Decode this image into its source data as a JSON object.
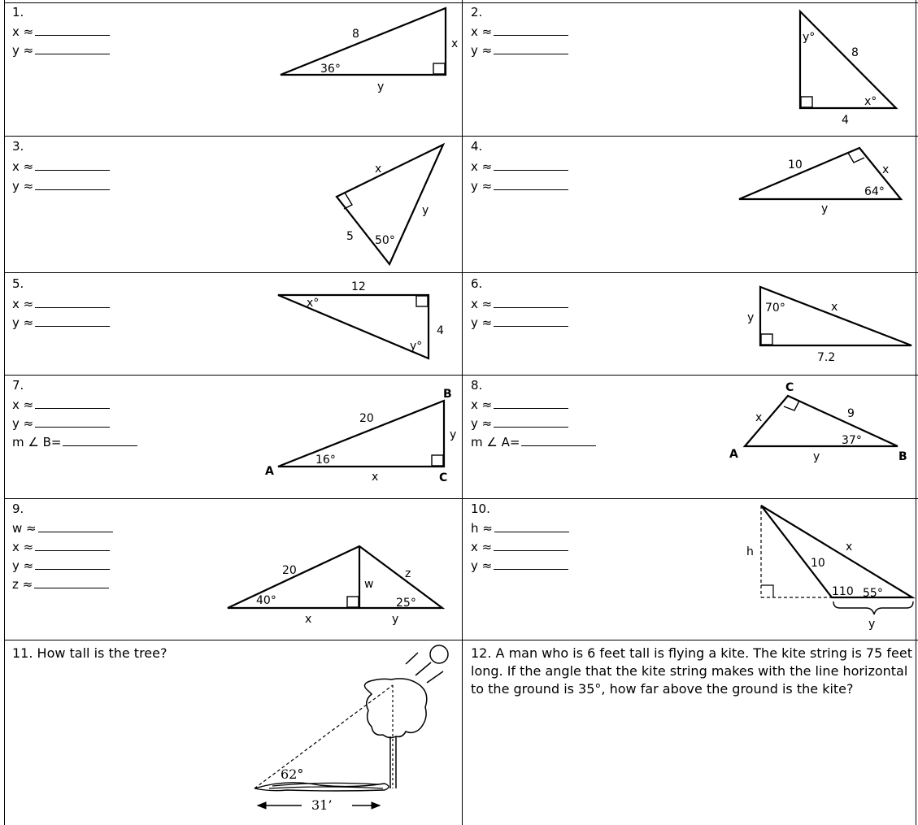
{
  "problems": [
    {
      "number": "1.",
      "answers": [
        "x ≈",
        "y ≈"
      ],
      "labels": {
        "hyp": "8",
        "side": "x",
        "base": "y",
        "angle": "36°"
      }
    },
    {
      "number": "2.",
      "answers": [
        "x ≈",
        "y ≈"
      ],
      "labels": {
        "top": "y°",
        "hyp": "8",
        "angle": "x°",
        "base": "4"
      }
    },
    {
      "number": "3.",
      "answers": [
        "x ≈",
        "y ≈"
      ],
      "labels": {
        "x": "x",
        "y": "y",
        "side": "5",
        "angle": "50°"
      }
    },
    {
      "number": "4.",
      "answers": [
        "x ≈",
        "y ≈"
      ],
      "labels": {
        "side": "10",
        "x": "x",
        "angle": "64°",
        "base": "y"
      }
    },
    {
      "number": "5.",
      "answers": [
        "x ≈",
        "y ≈"
      ],
      "labels": {
        "top": "12",
        "angle": "x°",
        "side": "4",
        "angle2": "y°"
      }
    },
    {
      "number": "6.",
      "answers": [
        "x ≈",
        "y ≈"
      ],
      "labels": {
        "angle": "70°",
        "hyp": "x",
        "side": "y",
        "base": "7.2"
      }
    },
    {
      "number": "7.",
      "answers": [
        "x ≈",
        "y ≈",
        "m ∠ B="
      ],
      "labels": {
        "hyp": "20",
        "side": "y",
        "angle": "16°",
        "base": "x",
        "A": "A",
        "B": "B",
        "C": "C"
      }
    },
    {
      "number": "8.",
      "answers": [
        "x ≈",
        "y ≈",
        "m ∠ A="
      ],
      "labels": {
        "x": "x",
        "side": "9",
        "angle": "37°",
        "base": "y",
        "A": "A",
        "B": "B",
        "C": "C"
      }
    },
    {
      "number": "9.",
      "answers": [
        "w ≈",
        "x ≈",
        "y ≈",
        "z ≈"
      ],
      "labels": {
        "left": "20",
        "right": "z",
        "w": "w",
        "angle1": "40°",
        "angle2": "25°",
        "x": "x",
        "y": "y"
      }
    },
    {
      "number": "10.",
      "answers": [
        "h ≈",
        "x ≈",
        "y ≈"
      ],
      "labels": {
        "h": "h",
        "x": "x",
        "side": "10",
        "angle1": "110",
        "angle2": "55°",
        "y": "y"
      }
    }
  ],
  "word_problems": {
    "q11": "11.  How tall is the tree?",
    "q11_angle": "62°",
    "q11_distance": "31’",
    "q12": "12.  A man who is 6 feet tall is flying a kite.  The kite string is 75 feet long.  If the angle that the kite string makes with the line horizontal to the ground is 35°, how far above the ground is the kite?"
  }
}
